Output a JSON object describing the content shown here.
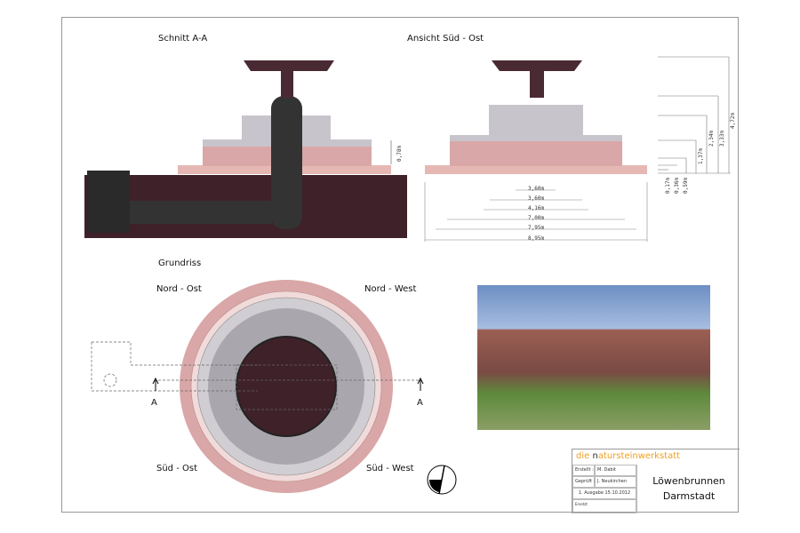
{
  "labels": {
    "section": "Schnitt A-A",
    "view": "Ansicht Süd - Ost",
    "plan": "Grundriss",
    "ne": "Nord - Ost",
    "nw": "Nord - West",
    "se": "Süd - Ost",
    "sw": "Süd - West",
    "a_left": "A",
    "a_right": "A"
  },
  "section_dim": "0,78m",
  "width_dims": [
    "3,60m",
    "3,60m",
    "4,16m",
    "7,00m",
    "7,95m",
    "8,95m"
  ],
  "height_dims": [
    "0,17m",
    "0,36m",
    "0,59m",
    "1,37m",
    "2,34m",
    "3,33m",
    "4,72m"
  ],
  "titleblock": {
    "brand_prefix": "die ",
    "brand_n": "n",
    "brand_rest": "atursteinwerkstatt",
    "erstellt_label": "Erstellt :",
    "erstellt_value": "M. Dabit",
    "geprueft_label": "Geprüft :",
    "geprueft_value": "J. Neukirchen",
    "edition": "1. Ausgabe 15.10.2012",
    "ersetzt": "Ersetzt",
    "title_line1": "Löwenbrunnen",
    "title_line2": "Darmstadt"
  },
  "colors": {
    "stone_red": "#d8a6a6",
    "dark": "#3a1e24",
    "grey": "#c8c4cc",
    "brand": "#f0a020"
  }
}
